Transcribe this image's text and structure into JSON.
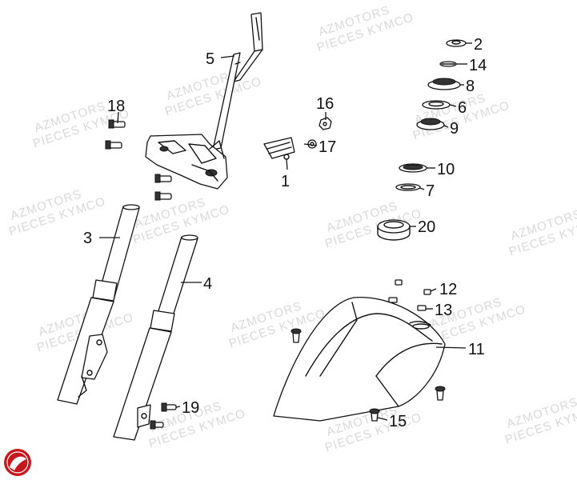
{
  "watermark": {
    "line1": "AZMOTORS",
    "line2": "PIECES KYMCO"
  },
  "callouts": {
    "c1": "1",
    "c2": "2",
    "c3": "3",
    "c4": "4",
    "c5": "5",
    "c6": "6",
    "c7": "7",
    "c8": "8",
    "c9": "9",
    "c10": "10",
    "c11": "11",
    "c12": "12",
    "c13": "13",
    "c14": "14",
    "c15": "15",
    "c16": "16",
    "c17": "17",
    "c18": "18",
    "c19": "19",
    "c20": "20"
  },
  "logo": {
    "icon": "azmotors-logo-icon",
    "color": "#c8161d"
  }
}
